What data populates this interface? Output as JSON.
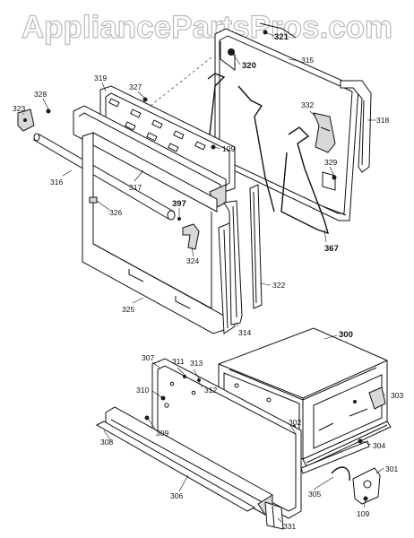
{
  "watermark": "AppliancePartsPros.com",
  "labels": {
    "p321": "321",
    "p320": "320",
    "p315": "315",
    "p318": "318",
    "p319": "319",
    "p327": "327",
    "p328": "328",
    "p323": "323",
    "p332": "332",
    "p109a": "109",
    "p329": "329",
    "p316": "316",
    "p317": "317",
    "p326": "326",
    "p397": "397",
    "p367": "367",
    "p324": "324",
    "p322": "322",
    "p325": "325",
    "p314": "314",
    "p300": "300",
    "p307": "307",
    "p311": "311",
    "p313": "313",
    "p312": "312",
    "p310": "310",
    "p303": "303",
    "p309": "309",
    "p302": "302",
    "p304": "304",
    "p308": "308",
    "p301": "301",
    "p305": "305",
    "p306": "306",
    "p109b": "109",
    "p331": "331"
  }
}
